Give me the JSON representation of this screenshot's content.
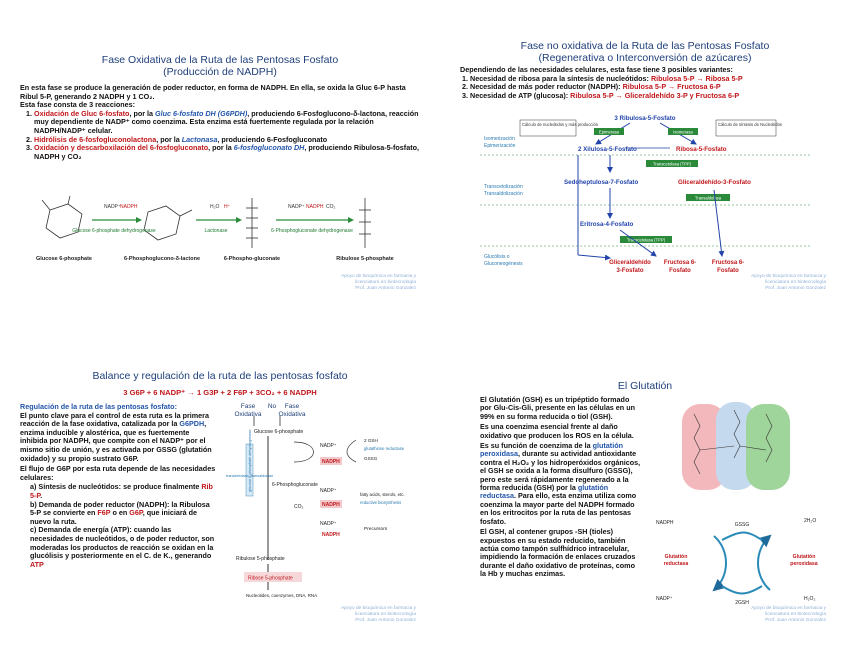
{
  "s1": {
    "title1": "Fase Oxidativa de la Ruta de las Pentosas Fosfato",
    "title2": "(Producción de NADPH)",
    "p1": "En esta fase se produce la generación de poder reductor, en forma de NADPH. En ella, se oxida la Gluc 6-P hasta Ribul 5-P, generando 2 NADPH y 1 CO₂.",
    "p2": "Esta fase consta de 3 reacciones:",
    "items": [
      {
        "lead": "Oxidación de Gluc 6-fosfato",
        "mid": ", por la ",
        "enzyme": "Gluc 6-fosfato DH (G6PDH)",
        "rest": ", produciendo 6-Fosfoglucono-δ-lactona, reacción muy dependiente de NADP⁺ como coenzima. Esta enzima está fuertemente regulada por la relación NADPH/NADP⁺ celular."
      },
      {
        "lead": "Hidrólisis de 6-fosfogluconolactona",
        "mid": ", por la ",
        "enzyme": "Lactonasa",
        "rest": ", produciendo 6-Fosfogluconato"
      },
      {
        "lead": "Oxidación y descarboxilación del 6-fosfogluconato",
        "mid": ", por la ",
        "enzyme": "6-fosfogluconato DH",
        "rest": ", produciendo Ribulosa-5-fosfato, NADPH y CO₂"
      }
    ],
    "diagram": {
      "compounds": [
        "Glucose 6-phosphate",
        "6-Phosphoglucono-δ-lactone",
        "6-Phospho-gluconate",
        "Ribulose 5-phosphate"
      ],
      "enzymes": [
        "Glucose 6-phosphate dehydrogenase",
        "Lactonase",
        "6-Phosphogluconate dehydrogenase"
      ],
      "cofactors": [
        "NADP⁺",
        "NADPH",
        "H₂O",
        "H⁺",
        "NADP⁺",
        "NADPH",
        "CO₂"
      ]
    },
    "watermark": [
      "Apoyo de bioquímica en farmacia y",
      "licenciatura en biotecnología",
      "Prof. Juan Antonio Gonzalez"
    ]
  },
  "s2": {
    "title1": "Fase no oxidativa de la Ruta de las Pentosas Fosfato",
    "title2": "(Regenerativa o Interconversión de azúcares)",
    "p1": "Dependiendo de las necesidades celulares, esta fase tiene 3 posibles variantes:",
    "items": [
      {
        "num": "1.",
        "text": "Necesidad de ribosa para la síntesis de nucleótidos: ",
        "hl": "Ribulosa 5-P → Ribosa 5-P"
      },
      {
        "num": "2.",
        "text": "Necesidad de más poder reductor (NADPH): ",
        "hl": "Ribulosa 5-P → Fructosa 6-P"
      },
      {
        "num": "3.",
        "text": "Necesidad de ATP (glucosa): ",
        "hl": "Ribulosa 5-P → Gliceraldehído 3-P y Fructosa 6-P"
      }
    ],
    "diagram": {
      "top": "3 Ribulosa-5-Fosfato",
      "left_note": "Cálculo de nucleótidos y más producción",
      "right_note": "Cálculo de síntesis de Nucleótidos",
      "epimerasa": "Epimerasa",
      "isomerasa": "Isomerasa",
      "xilulosa": "2 Xilulosa-5-Fosfato",
      "ribosa": "Ribosa-5-Fosfato",
      "transcetolasa1": "Transcetolasa (TPP)",
      "sedo": "Sedoheptulosa-7-Fosfato",
      "glic": "Gliceraldehído-3-Fosfato",
      "transaldolasa": "Transaldolasa",
      "eritrosa": "Eritrosa-4-Fosfato",
      "transcetolasa2": "Transcetolasa (TPP)",
      "out1": [
        "Gliceraldehído",
        "3-Fosfato"
      ],
      "out2": [
        "Fructosa 6-",
        "Fosfato"
      ],
      "out3": [
        "Fructosa 6-",
        "Fosfato"
      ],
      "phase1": [
        "Isomerización",
        "Epimerización"
      ],
      "phase2": [
        "Transcetolización",
        "Transaldolización"
      ],
      "phase3": [
        "Glucólisis o",
        "Gluconeogénesis"
      ]
    },
    "watermark": [
      "Apoyo de bioquímica en farmacia y",
      "licenciatura en biotecnología",
      "Prof. Juan Antonio Gonzalez"
    ]
  },
  "s3": {
    "title": "Balance y regulación de la ruta de las pentosas fosfato",
    "equation": "3 G6P + 6 NADP⁺ → 1 G3P + 2 F6P + 3CO₂ + 6 NADPH",
    "reg_title": "Regulación de la ruta de las pentosas fosfato:",
    "p1a": "El punto clave para el control de esta ruta es la primera reacción de la fase oxidativa, catalizada por la ",
    "p1b": "G6PDH",
    "p1c": ", enzima inducible y alostérica, que es fuertemente inhibida por NADPH, que compite con el NADP⁺ por el mismo sitio de unión, y es activada por GSSG (glutatión oxidado) y su propio sustrato G6P.",
    "p2": "El flujo de G6P por esta ruta depende de las necesidades celulares:",
    "items": [
      {
        "num": "a)",
        "pre": "Síntesis de nucleótidos: se produce finalmente ",
        "hl1": "Rib 5-P",
        "post": ".",
        "hl2": "",
        "post2": ""
      },
      {
        "num": "b)",
        "pre": "Demanda de poder reductor (NADPH): la Ribulosa 5-P se convierte en ",
        "hl1": "F6P",
        "post": " o en ",
        "hl2": "G6P",
        "post2": ", que iniciará de nuevo la ruta."
      },
      {
        "num": "c)",
        "pre": "Demanda de energía (ATP): cuando las necesidades de nucleótidos, o de poder reductor, son moderadas los productos de reacción se oxidan en la glucólisis y posteriormente en el C. de K., generando ",
        "hl1": "ATP",
        "post": "",
        "hl2": "",
        "post2": ""
      }
    ],
    "diagram": {
      "col1": [
        "Fase",
        "Oxidativa"
      ],
      "col2": [
        "Fase",
        "No",
        "Oxidativa"
      ],
      "g6p": "Glucose 6-phosphate",
      "pgl": "6-Phosphogluconate",
      "ru5p": "Ribulose 5-phosphate",
      "r5p": "Ribose 5-phosphate",
      "nadp1": "NADP⁺",
      "nadph1": "NADPH",
      "nadp2": "NADP⁺",
      "nadph2": "NADPH",
      "nadp3": "NADP⁺",
      "nadph3": "NADPH",
      "co2": "CO₂",
      "gsh": "2 GSH",
      "gr": "glutathione reductase",
      "gssg": "GSSG",
      "fatty": "fatty acids, sterols, etc.",
      "reductive": "reductive biosynthesis",
      "precursors": "Precursors",
      "trans": "transketolase, transaldolase",
      "g6pdh": "glucose 6-phosphate dehydrogenase",
      "nucleo": "Nucleotides, coenzymes, DNA, RNA"
    },
    "watermark": [
      "Apoyo de bioquímica en farmacia y",
      "licenciatura en biotecnología",
      "Prof. Juan Antonio Gonzalez"
    ]
  },
  "s4": {
    "title": "El Glutatión",
    "p1": "El Glutatión (GSH) es un tripéptido formado por Glu-Cis-Gli, presente en las células en un 99% en su forma reducida o tiol (GSH).",
    "p2": "Es una coenzima esencial frente al daño oxidativo que producen los ROS en la célula.",
    "p3a": "Es su función de coenzima de la ",
    "p3b": "glutatión peroxidasa",
    "p3c": ", durante su actividad antioxidante contra el H₂O₂ y los hidroperóxidos orgánicos, el GSH se oxida a la forma disulfuro (GSSG), pero este será rápidamente regenerado a la forma reducida (GSH) por la ",
    "p3d": "glutatión reductasa",
    "p3e": ". Para ello, esta enzima utiliza como coenzima la mayor parte del NADPH formado en los eritrocitos por la ruta de las pentosas fosfato.",
    "p4": "El GSH, al contener grupos -SH (tioles) expuestos en su estado reducido, también actúa como tampón sulfhídrico intracelular, impidiendo la formación de enlaces cruzados durante el daño oxidativo de proteínas, como la Hb y muchas enzimas.",
    "diagram": {
      "gred": [
        "Glutatión",
        "reductasa"
      ],
      "gper": [
        "Glutatión",
        "peroxidasa"
      ],
      "nadph": "NADPH",
      "nadp": "NADP⁺",
      "gssg": "GSSG",
      "gsh": "2GSH",
      "h2o2": "H₂O₂",
      "h2o": "2H₂O"
    },
    "watermark": [
      "Apoyo de bioquímica en farmacia y",
      "licenciatura en biotecnología",
      "Prof. Juan Antonio Gonzalez"
    ]
  }
}
